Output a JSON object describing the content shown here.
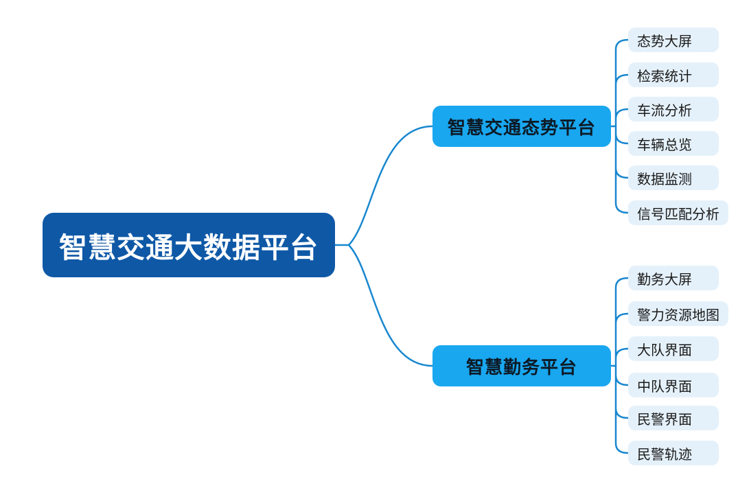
{
  "root": {
    "label": "智慧交通大数据平台"
  },
  "branches": [
    {
      "label": "智慧交通态势平台",
      "children": [
        {
          "label": "态势大屏"
        },
        {
          "label": "检索统计"
        },
        {
          "label": "车流分析"
        },
        {
          "label": "车辆总览"
        },
        {
          "label": "数据监测"
        },
        {
          "label": "信号匹配分析"
        }
      ]
    },
    {
      "label": "智慧勤务平台",
      "children": [
        {
          "label": "勤务大屏"
        },
        {
          "label": "警力资源地图"
        },
        {
          "label": "大队界面"
        },
        {
          "label": "中队界面"
        },
        {
          "label": "民警界面"
        },
        {
          "label": "民警轨迹"
        }
      ]
    }
  ],
  "colors": {
    "background": "#ffffff",
    "root_bg": "#0E58A6",
    "root_text": "#ffffff",
    "branch_bg": "#19A7F0",
    "branch_text": "#0D1A26",
    "leaf_bg": "#E5F1FA",
    "leaf_text": "#1A1A1A",
    "connector": "#1887CF"
  }
}
